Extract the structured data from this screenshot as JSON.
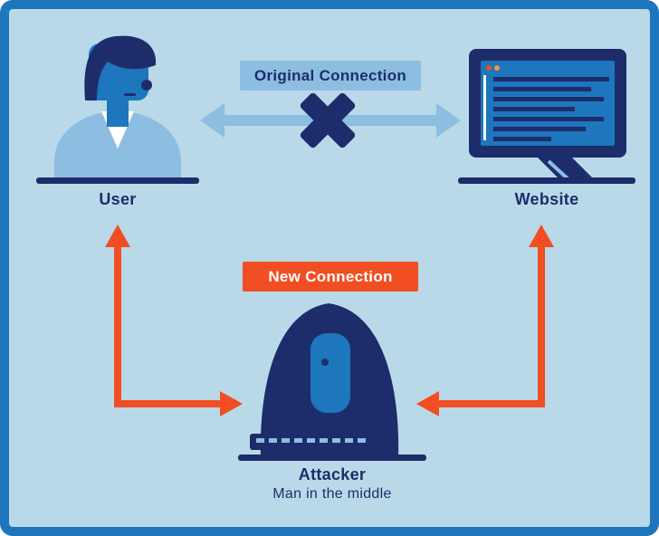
{
  "badges": {
    "original_connection": "Original Connection",
    "new_connection": "New Connection"
  },
  "labels": {
    "user": "User",
    "website": "Website",
    "attacker": "Attacker",
    "attacker_subtitle": "Man in the middle"
  },
  "figures": [
    "user-figure",
    "website-monitor",
    "attacker-figure",
    "blocked-x-icon",
    "new-connection-arrow-left",
    "new-connection-arrow-right"
  ],
  "colors": {
    "background": "#b9d9e8",
    "frame_border": "#1e76bc",
    "navy": "#1d2d6b",
    "blue": "#1e76bc",
    "light_blue": "#8dbde1",
    "orange": "#f14e23",
    "white": "#ffffff",
    "amber": "#f09d2f"
  }
}
